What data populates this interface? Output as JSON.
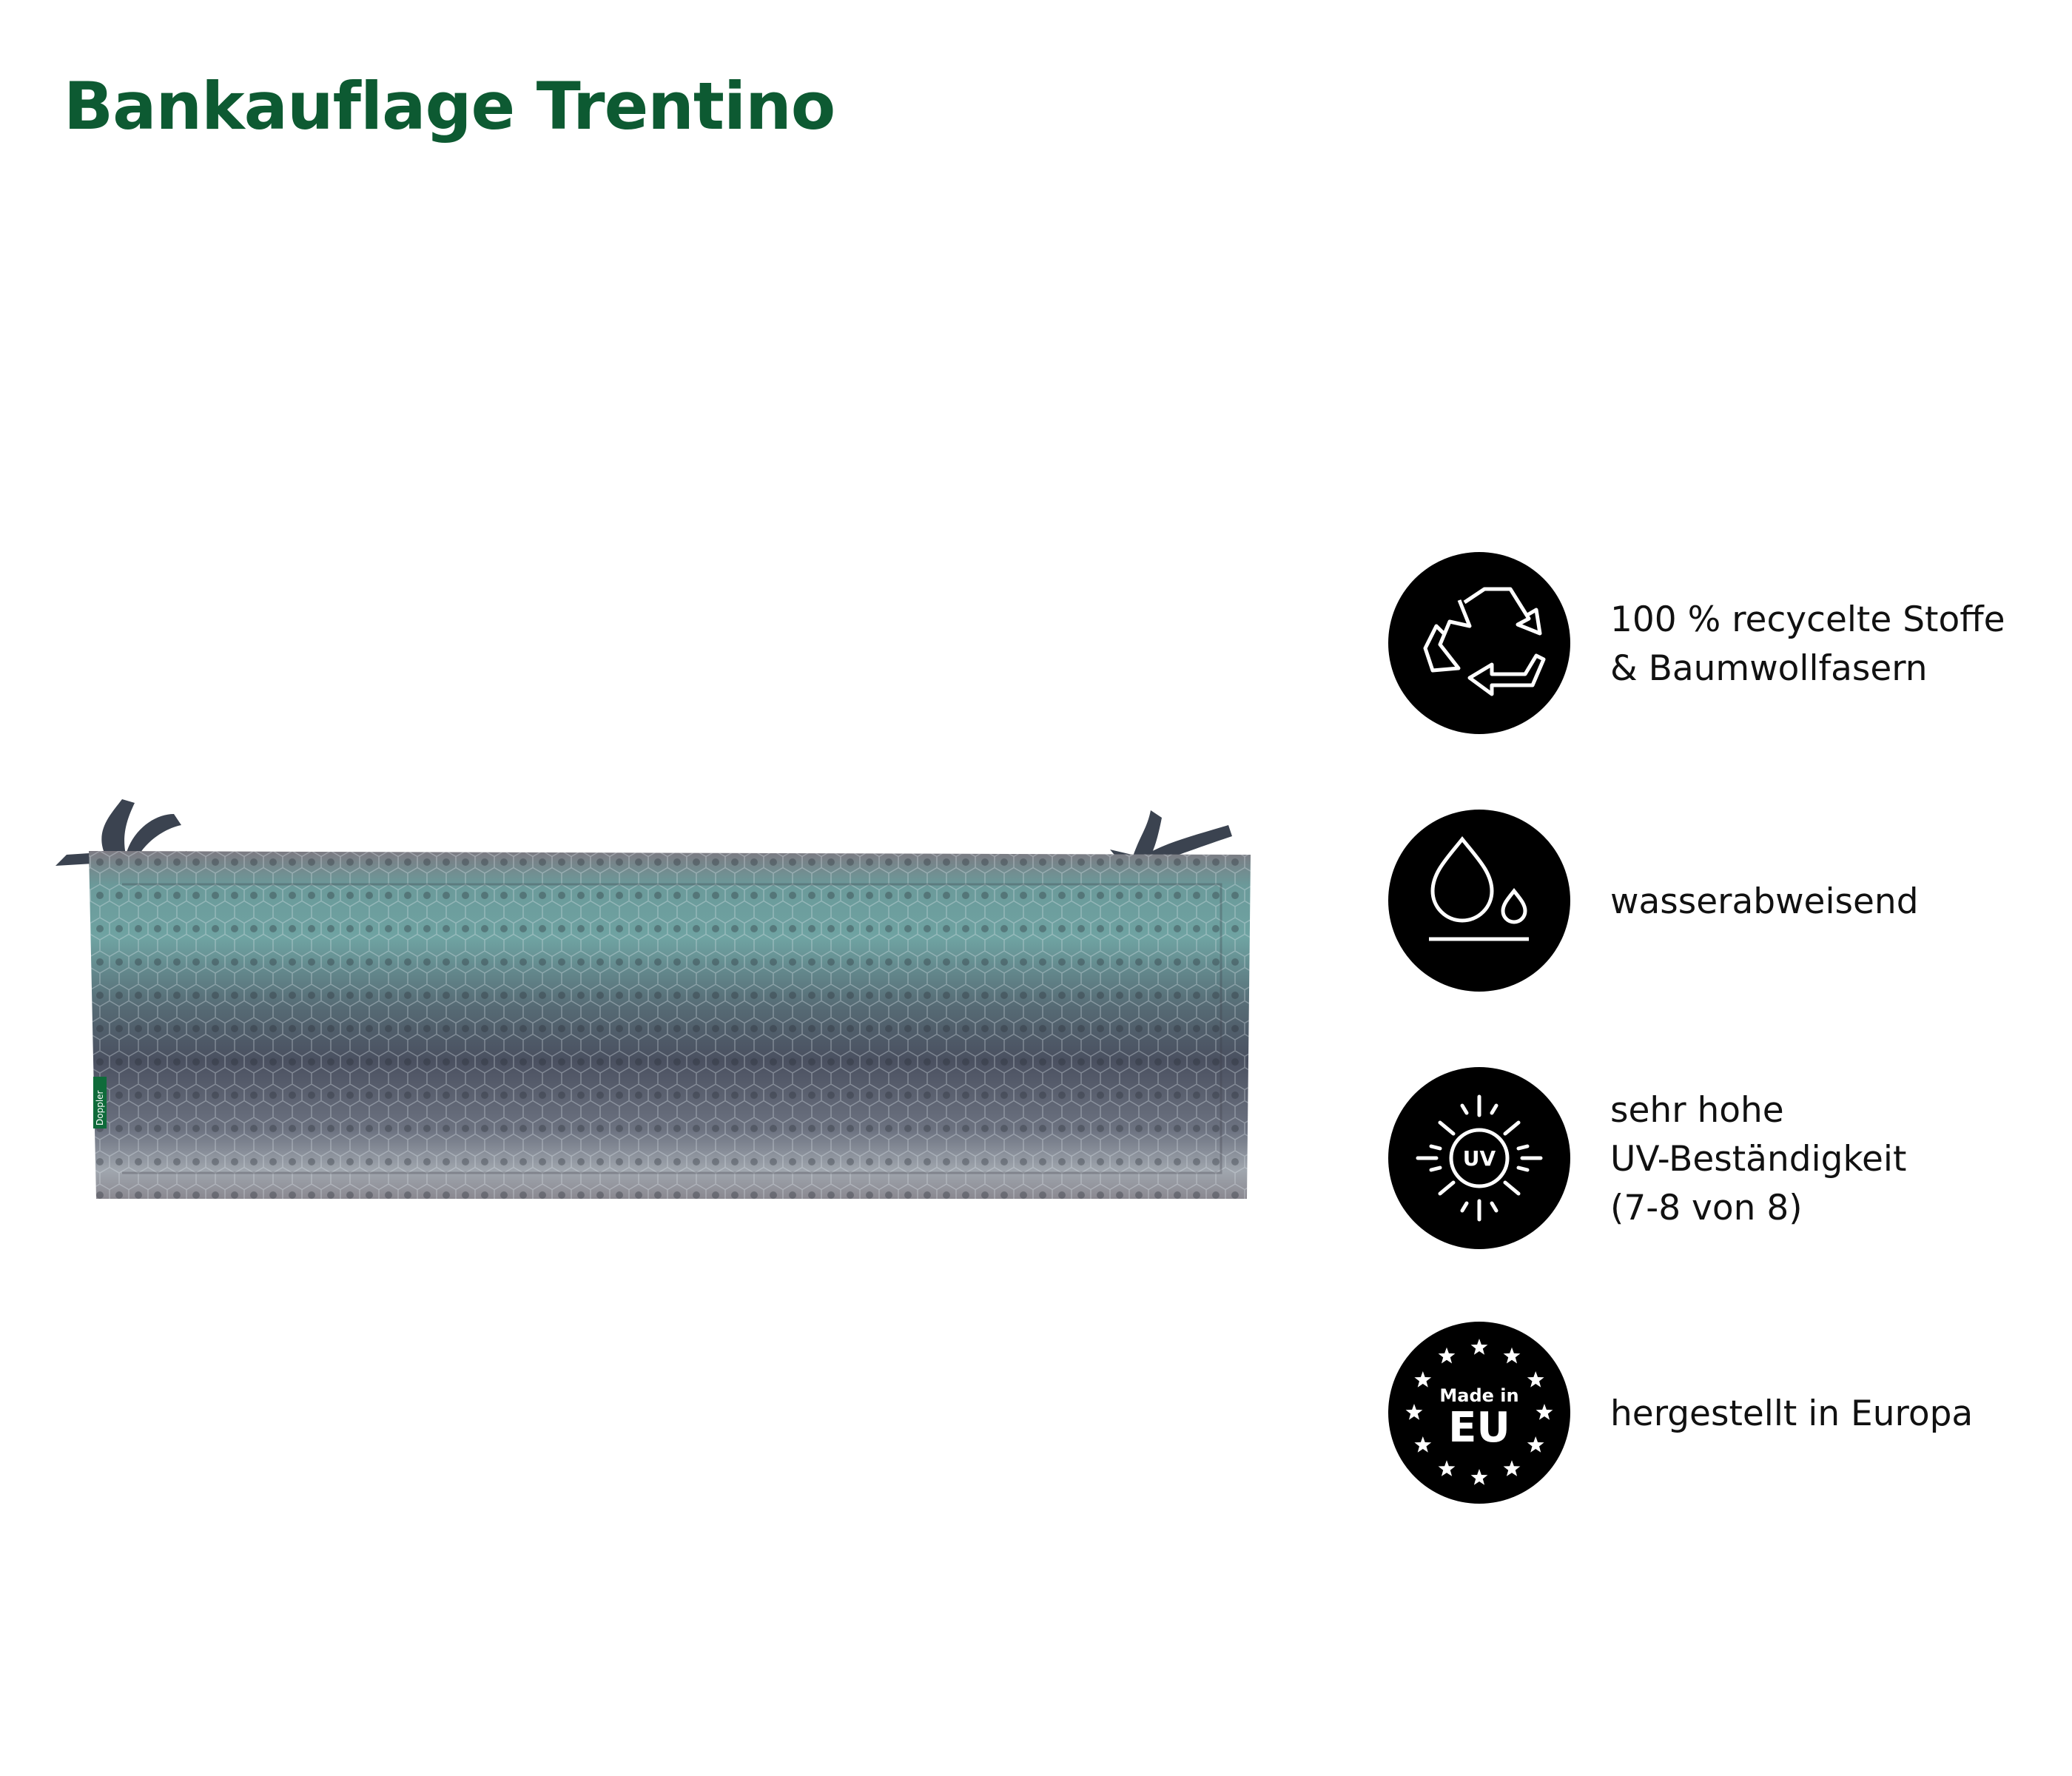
{
  "title": "Bankauflage Trentino",
  "product": {
    "image": "bench-cushion-hexagon-pattern",
    "label_tag": "Doppler"
  },
  "colors": {
    "title": "#0d5a32",
    "icon_bg": "#000000",
    "teal": "#6fa3a2",
    "dark": "#4a5260",
    "light": "#9ea4ac"
  },
  "features": [
    {
      "icon": "recycle-icon",
      "text": "100 % recycelte Stoffe\n& Baumwollfasern"
    },
    {
      "icon": "water-drops-icon",
      "text": "wasserabweisend"
    },
    {
      "icon": "uv-sun-icon",
      "icon_text": "UV",
      "text": "sehr hohe\nUV-Beständigkeit\n(7-8 von 8)"
    },
    {
      "icon": "made-in-eu-icon",
      "icon_text_top": "Made in",
      "icon_text_main": "EU",
      "text": "hergestellt in Europa"
    }
  ]
}
